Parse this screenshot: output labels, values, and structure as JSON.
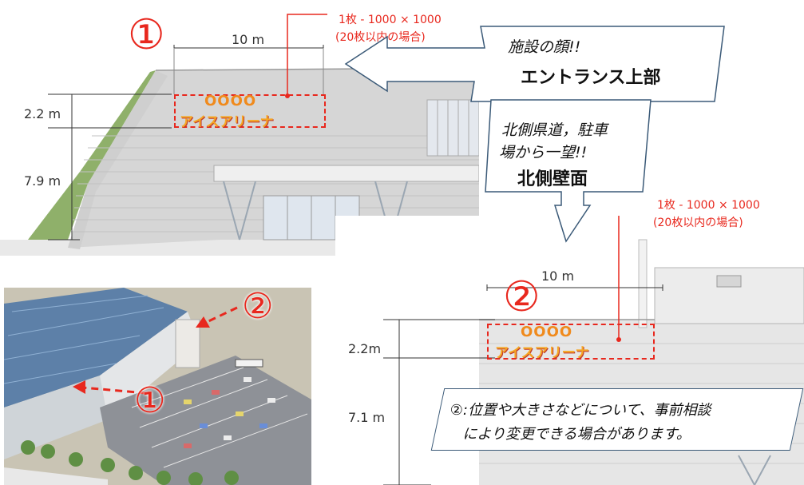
{
  "panel1": {
    "circle_number": "①",
    "width_label": "10 m",
    "height_upper": "2.2 m",
    "height_lower": "7.9 m",
    "panel_spec_line1": "1枚 - 1000 × 1000",
    "panel_spec_line2": "(20枚以内の場合)",
    "callout_line1": "施設の顔!!",
    "callout_line2": "エントランス上部",
    "sign_line1": "OOOO",
    "sign_line2": "アイスアリーナ"
  },
  "panel2": {
    "circle_number": "②",
    "width_label": "10 m",
    "height_upper": "2.2m",
    "height_lower": "7.1 m",
    "panel_spec_line1": "1枚 - 1000 × 1000",
    "panel_spec_line2": "(20枚以内の場合)",
    "callout_line1": "北側県道，駐車",
    "callout_line2": "場から一望!!",
    "callout_line3": "北側壁面",
    "sign_line1": "OOOO",
    "sign_line2": "アイスアリーナ",
    "note_line1": "②:位置や大きさなどについて、事前相談",
    "note_line2": "により変更できる場合があります。"
  },
  "aerial": {
    "marker1": "①",
    "marker2": "②"
  },
  "colors": {
    "accent_red": "#e8281e",
    "callout_border": "#3b5a78",
    "sign_orange": "#f08a1c"
  }
}
